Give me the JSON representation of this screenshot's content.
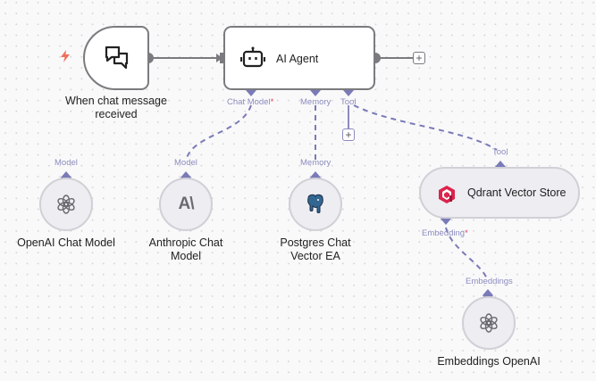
{
  "colors": {
    "edge_main": "#7b7b7f",
    "edge_sub": "#7a7ab8",
    "port_label": "#8c8cbf",
    "required_marker": "#e0415a",
    "trigger_bolt": "#f0705a",
    "qdrant": "#dc244c",
    "postgres": "#336791"
  },
  "nodes": {
    "trigger": {
      "label": "When chat message received",
      "icon": "chat-bubbles-icon",
      "badge_icon": "lightning-bolt-icon"
    },
    "agent": {
      "label": "AI Agent",
      "icon": "robot-icon",
      "ports": [
        {
          "label": "Chat Model",
          "required": "*"
        },
        {
          "label": "Memory"
        },
        {
          "label": "Tool"
        }
      ],
      "add_output_label": "+",
      "add_tool_label": "+"
    },
    "openai_chat": {
      "label": "OpenAI Chat Model",
      "port_label": "Model",
      "icon": "openai-icon"
    },
    "anthropic_chat": {
      "label": "Anthropic Chat Model",
      "port_label": "Model",
      "icon": "anthropic-icon",
      "icon_text": "A\\"
    },
    "postgres_memory": {
      "label": "Postgres Chat Vector EA",
      "port_label": "Memory",
      "icon": "postgres-elephant-icon"
    },
    "qdrant": {
      "label": "Qdrant Vector Store",
      "port_label_top": "Tool",
      "port_label_bottom": "Embedding",
      "required": "*",
      "icon": "qdrant-icon"
    },
    "embeddings_openai": {
      "label": "Embeddings OpenAI",
      "port_label": "Embeddings",
      "icon": "openai-icon"
    }
  }
}
